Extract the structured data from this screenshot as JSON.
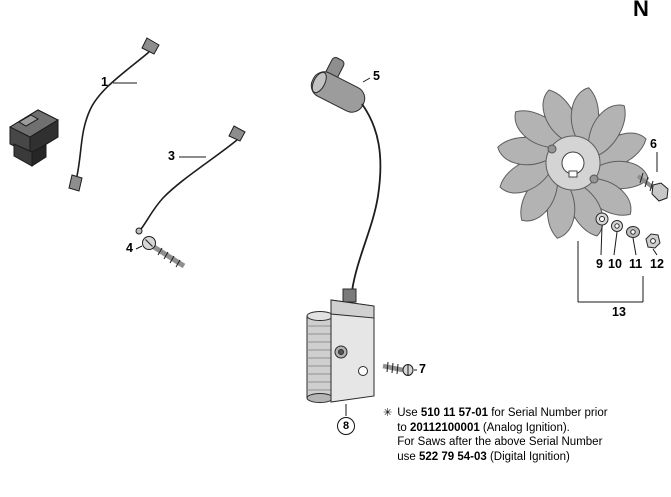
{
  "page": {
    "corner_letter": "N"
  },
  "labels": {
    "p1": "1",
    "p3": "3",
    "p4": "4",
    "p5": "5",
    "p6": "6",
    "p7": "7",
    "p8": "8",
    "p9": "9",
    "p10": "10",
    "p11": "11",
    "p12": "12",
    "p13": "13"
  },
  "note": {
    "asterisk": "✳",
    "line1_pre": "Use ",
    "line1_bold": "510 11 57-01",
    "line1_post": " for Serial Number prior",
    "line2_pre": "to ",
    "line2_bold": "20112100001",
    "line2_post": " (Analog Ignition).",
    "line3": "For Saws after the above Serial Number",
    "line4_pre": "use ",
    "line4_bold": "522 79 54-03",
    "line4_post": " (Digital Ignition)"
  }
}
